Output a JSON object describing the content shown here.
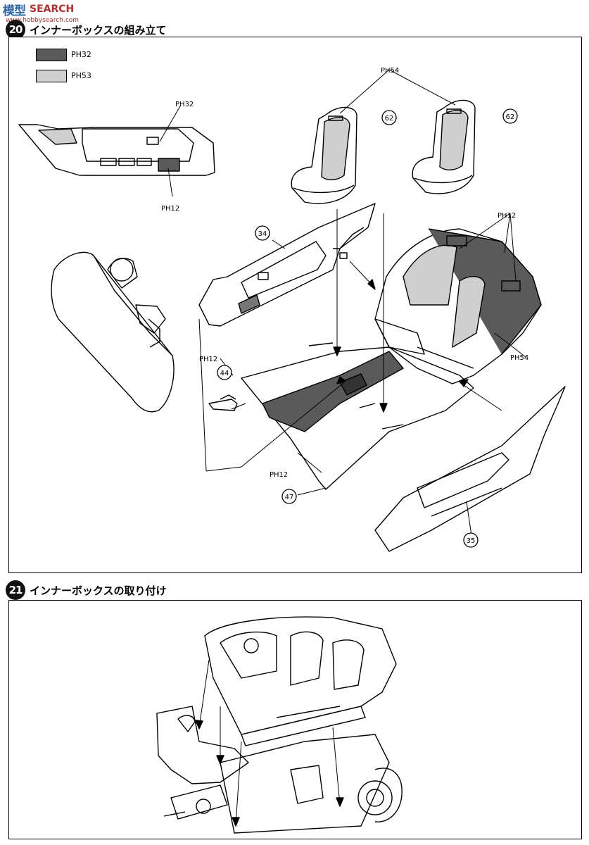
{
  "watermark": {
    "logo_text": "模型",
    "search_text": "SEARCH",
    "url_text": "www.hobbysearch.com"
  },
  "steps": [
    {
      "number": "20",
      "title": "インナーボックスの組み立て"
    },
    {
      "number": "21",
      "title": "インナーボックスの取り付け"
    }
  ],
  "legend": [
    {
      "code": "PH32",
      "color": "#5a5a5a"
    },
    {
      "code": "PH53",
      "color": "#cfcfcf"
    }
  ],
  "paint_labels": {
    "door_left": "PH32",
    "door_left_speaker": "PH12",
    "seats": "PH54",
    "rear_trim": "PH12",
    "shift": "PH12",
    "rear_seat": "PH54",
    "floor": "PH12"
  },
  "parts": {
    "seat_left": "62",
    "seat_right": "62",
    "door_panel_left": "34",
    "shift_knob": "44",
    "floor_tub": "47",
    "door_panel_right": "35"
  },
  "colors": {
    "dark_paint": "#5a5a5a",
    "light_paint": "#cfcfcf",
    "line": "#000000"
  }
}
